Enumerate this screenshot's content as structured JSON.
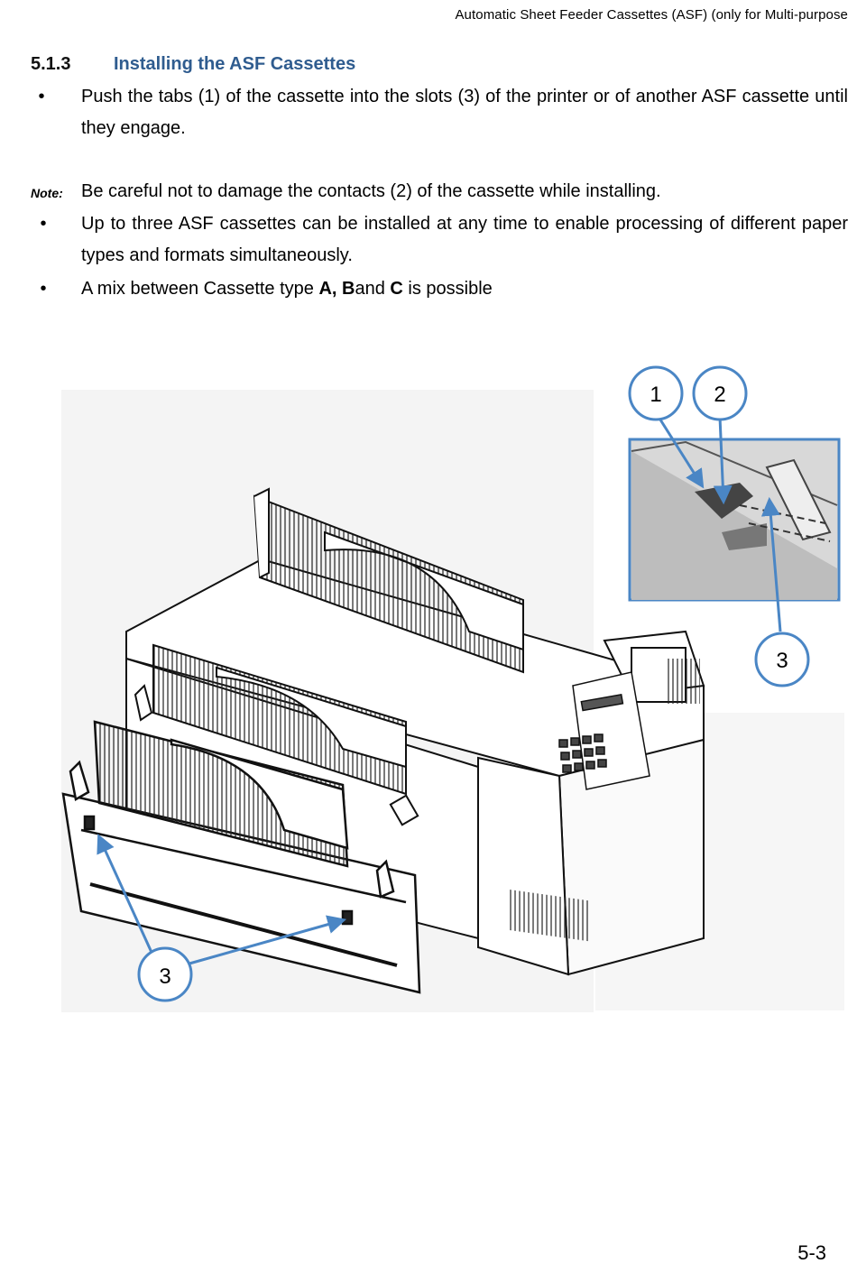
{
  "header": {
    "running_title": "Automatic Sheet Feeder Cassettes (ASF) (only for Multi-purpose"
  },
  "section": {
    "number": "5.1.3",
    "title": "Installing the ASF Cassettes"
  },
  "steps": [
    {
      "bullet": "•",
      "text": "Push the tabs (1) of the cassette into the slots (3) of the printer or of another ASF cassette until they engage."
    }
  ],
  "note": {
    "label": "Note:",
    "text": "Be careful not to damage the contacts (2) of the cassette while installing."
  },
  "bullets2": [
    {
      "bullet": "•",
      "text": "Up to three ASF cassettes can be installed at any time to enable processing of different paper types and formats simultaneously."
    }
  ],
  "mix": {
    "bullet": "•",
    "prefix": "A mix between Cassette type ",
    "a": "A, B",
    "mid": "and ",
    "c": "C",
    "suffix": " is possible"
  },
  "figure": {
    "callouts": {
      "c1": "1",
      "c2": "2",
      "c3_detail": "3",
      "c3_main": "3"
    },
    "accent_color": "#4a86c5"
  },
  "footer": {
    "page_number": "5-3"
  }
}
